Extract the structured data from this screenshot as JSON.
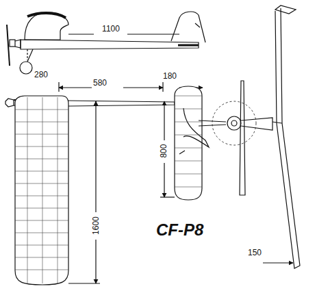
{
  "diagram": {
    "title": "CF-P8",
    "labels": [
      "1100",
      "280",
      "580",
      "180",
      "800",
      "1600",
      "150"
    ]
  }
}
